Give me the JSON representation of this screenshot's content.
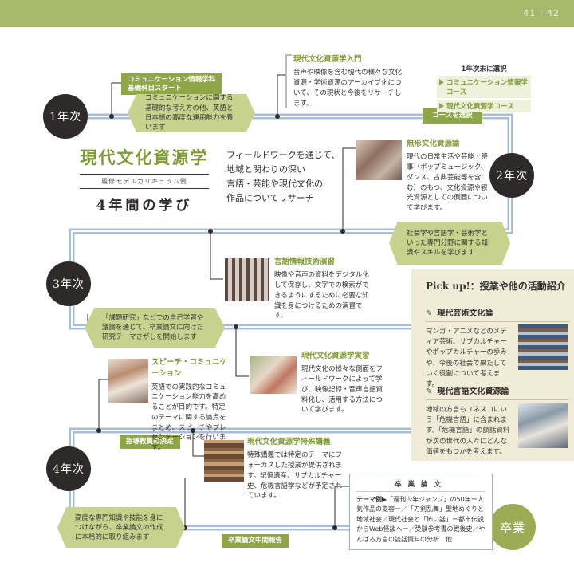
{
  "page_number": "41 | 42",
  "years": [
    "1年次",
    "2年次",
    "3年次",
    "4年次"
  ],
  "graduation": "卒業",
  "title": {
    "main": "現代文化資源学",
    "sub": "履修モデルカリキュラム例",
    "big": "4年間の学び"
  },
  "intro": [
    "フィールドワークを通じて、",
    "地域と関わりの深い",
    "言語・芸能や現代文化の",
    "作品についてリサーチ"
  ],
  "tags": {
    "comm_start": [
      "コミュニケーション情報学科",
      "基礎科目スタート"
    ],
    "course_select": "コースを選択",
    "advisor": "指導教員の決定",
    "midterm": "卒業論文中間報告"
  },
  "hex": {
    "y1": "コミュニケーションに関する基礎的な考え方の他、英語と日本語の高度な運用能力を養います",
    "y2": "社会学や言語学・芸術学といった専門分野に関する知識やスキルを学びます",
    "y3": "「課題研究」などでの自己学習や議論を通じて、卒業論文に向けた研究テーマさがしを開始します",
    "y4": "高度な専門知識や技能を身につけながら、卒業論文の作成に本格的に取り組みます"
  },
  "course_choice": {
    "header": "1年次末に選択",
    "options": [
      "コミュニケーション情報学コース",
      "現代文化資源学コース"
    ]
  },
  "notes": {
    "intro_course": {
      "title": "現代文化資源学入門",
      "text": "音声や映像を含む現代の様々な文化資源・学術資源のアーカイブ化について、その現状と今後をリサーチします。"
    },
    "intangible": {
      "title": "無形文化資源論",
      "text": "現代の日常生活や芸能・祭事（ポップミュージック、ダンス、古典芸能等を含む）のもつ、文化資源や観光資源としての側面について学びます。"
    },
    "lang_tech": {
      "title": "言語情報技術演習",
      "text": "映像や音声の資料をデジタル化して保存し、文字での検索ができるようにするために必要な知識を身につけるための演習です。"
    },
    "speech": {
      "title": "スピーチ・コミュニケーション",
      "text": "英語での実践的なコミュニケーション能力を高めることが目的です。特定のテーマに関する論点をまとめ、スピーチやプレゼンテーションを行います。"
    },
    "practice": {
      "title": "現代文化資源学実習",
      "text": "現代文化の様々な側面をフィールドワークによって学び、映像記録・音声言語資料化し、活用する方法について学びます。"
    },
    "special": {
      "title": "現代文化資源学特殊講義",
      "text": "特殊講義では特定のテーマにフォーカスした授業が提供されます。記憶遺産、サブカルチャー史、危機言語学などが予定されています。"
    }
  },
  "pickup": {
    "header": "Pick up!：授業や他の活動紹介",
    "items": [
      {
        "title": "現代芸術文化論",
        "text": "マンガ・アニメなどのメディア芸術、サブカルチャーやポップカルチャーの歩みや、今後の社会で果たしていく役割について考えます。"
      },
      {
        "title": "現代言語文化資源論",
        "text": "地域の方言もユネスコにいう「危機言語」に含まれます。「危機言語」の談話資料が次の世代の人々にどんな価値をもつかを考えます。"
      }
    ]
  },
  "theme": {
    "header": "卒業論文",
    "label": "テーマ例",
    "text": "▶「週刊少年ジャンプ」の50年ー人気作品の変容ー／「刀剣乱舞」聖地めぐりと地域社会／現代社会と「怖い話」ー都市伝説からWeb怪談へー／受験参考書の戦後史／やんばる方言の談話資料の分析　他"
  },
  "colors": {
    "accent": "#8ea645",
    "path": "#a9bfd9",
    "dark": "#2e2a2a",
    "hex_fill": "#c7d38d",
    "pickup_bg": "#f1ecd8"
  }
}
